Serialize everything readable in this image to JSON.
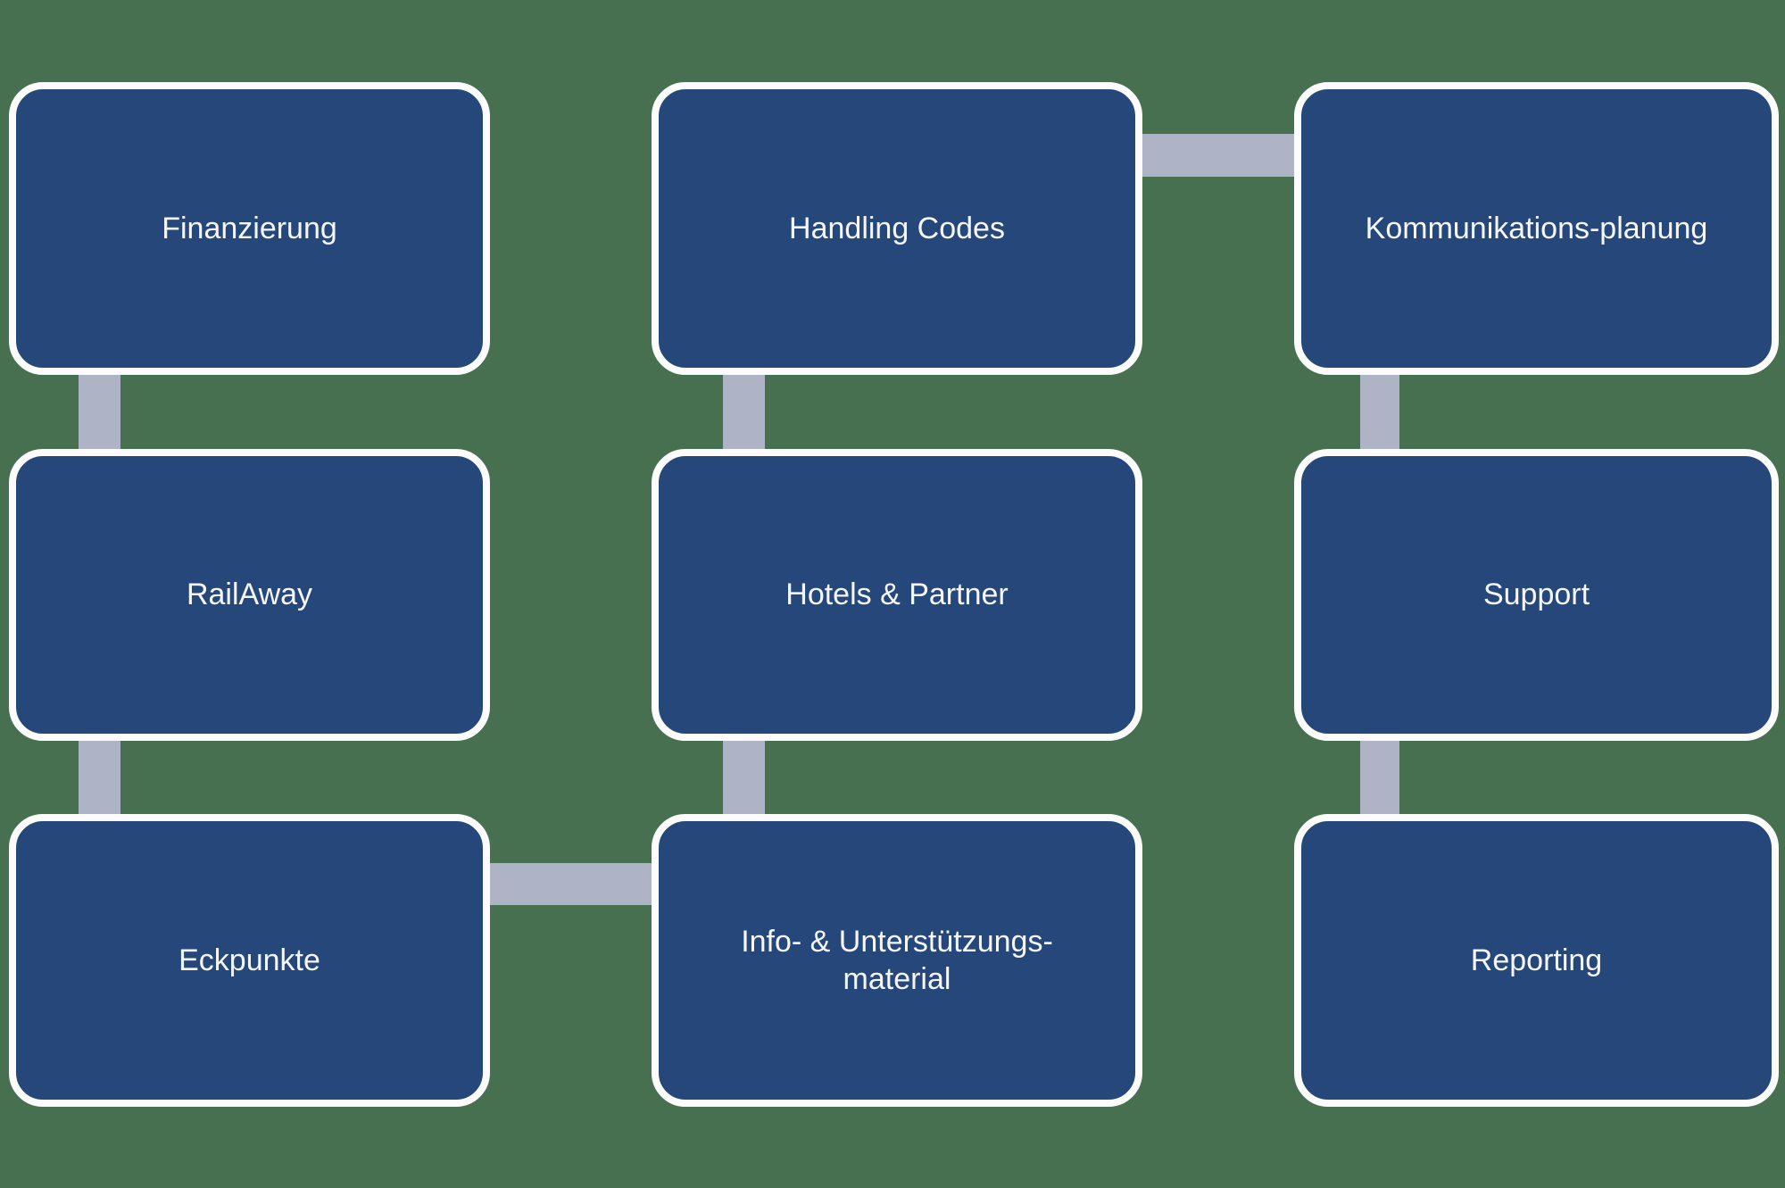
{
  "diagram": {
    "type": "flow-diagram",
    "background_color": "#477050",
    "node_fill_color": "#264779",
    "node_border_color": "#fcfcfc",
    "connector_color": "#aeb3c5",
    "text_color": "#f4f6f9",
    "nodes": [
      {
        "id": "finanzierung",
        "label": "Finanzierung",
        "col": 1,
        "row": 1
      },
      {
        "id": "handling-codes",
        "label": "Handling Codes",
        "col": 2,
        "row": 1
      },
      {
        "id": "kommunikations-planung",
        "label": "Kommunikations-planung",
        "col": 3,
        "row": 1
      },
      {
        "id": "railaway",
        "label": "RailAway",
        "col": 1,
        "row": 2
      },
      {
        "id": "hotels-partner",
        "label": "Hotels & Partner",
        "col": 2,
        "row": 2
      },
      {
        "id": "support",
        "label": "Support",
        "col": 3,
        "row": 2
      },
      {
        "id": "eckpunkte",
        "label": "Eckpunkte",
        "col": 1,
        "row": 3
      },
      {
        "id": "info-unterstuetzungsmaterial",
        "label": "Info- & Unterstützungs-\nmaterial",
        "col": 2,
        "row": 3
      },
      {
        "id": "reporting",
        "label": "Reporting",
        "col": 3,
        "row": 3
      }
    ],
    "connections": [
      {
        "from": "finanzierung",
        "to": "railaway",
        "orientation": "vertical"
      },
      {
        "from": "railaway",
        "to": "eckpunkte",
        "orientation": "vertical"
      },
      {
        "from": "eckpunkte",
        "to": "info-unterstuetzungsmaterial",
        "orientation": "horizontal"
      },
      {
        "from": "info-unterstuetzungsmaterial",
        "to": "hotels-partner",
        "orientation": "vertical"
      },
      {
        "from": "hotels-partner",
        "to": "handling-codes",
        "orientation": "vertical"
      },
      {
        "from": "handling-codes",
        "to": "kommunikations-planung",
        "orientation": "horizontal"
      },
      {
        "from": "kommunikations-planung",
        "to": "support",
        "orientation": "vertical"
      },
      {
        "from": "support",
        "to": "reporting",
        "orientation": "vertical"
      }
    ]
  }
}
